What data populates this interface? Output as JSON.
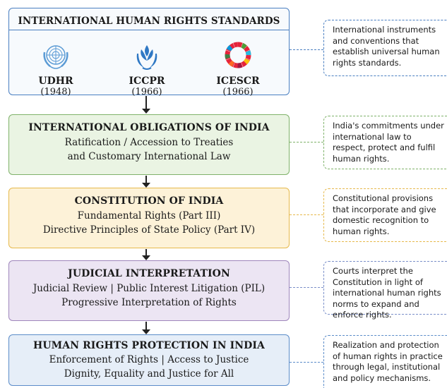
{
  "boxes": [
    {
      "title": "INTERNATIONAL HUMAN RIGHTS STANDARDS",
      "standards": [
        {
          "name": "UDHR",
          "year": "(1948)",
          "emblem": "un-emblem-icon"
        },
        {
          "name": "ICCPR",
          "year": "(1966)",
          "emblem": "ohchr-emblem-icon"
        },
        {
          "name": "ICESCR",
          "year": "(1966)",
          "emblem": "sdg-wheel-icon"
        }
      ],
      "note": "International instruments and conventions that establish universal human rights standards."
    },
    {
      "title": "INTERNATIONAL OBLIGATIONS OF INDIA",
      "lines": [
        "Ratification / Accession to Treaties",
        "and Customary International Law"
      ],
      "note": "India's commitments under international law to respect, protect and fulfil human rights."
    },
    {
      "title": "CONSTITUTION OF INDIA",
      "lines": [
        "Fundamental Rights (Part III)",
        "Directive Principles of State Policy (Part IV)"
      ],
      "note": "Constitutional provisions that incorporate and give domestic recognition to human rights."
    },
    {
      "title": "JUDICIAL INTERPRETATION",
      "lines": [
        "Judicial Review | Public Interest Litigation (PIL)",
        "Progressive Interpretation of Rights"
      ],
      "note": "Courts interpret the Constitution in light of international human rights norms to expand and enforce rights."
    },
    {
      "title": "HUMAN RIGHTS PROTECTION IN INDIA",
      "lines": [
        "Enforcement of Rights | Access to Justice",
        "Dignity, Equality and Justice for All"
      ],
      "note": "Realization and protection of human rights in practice through legal, institutional and policy mechanisms."
    }
  ],
  "colors": {
    "standards": "#4a7fc1",
    "obligations": "#7fb26a",
    "constitution": "#e6b94c",
    "judicial": "#9f86bc",
    "protection": "#5b8cc9"
  }
}
